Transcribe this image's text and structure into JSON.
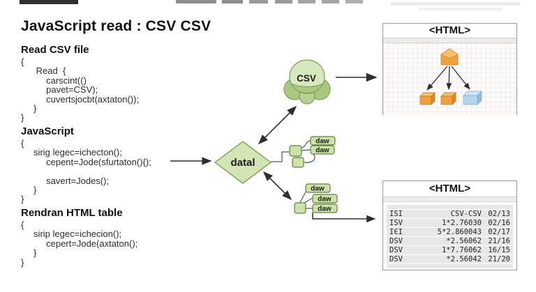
{
  "title": "JavaScript read : CSV CSV",
  "code_blocks": [
    {
      "heading": "Read CSV file",
      "lines": [
        "{",
        "      Read  {",
        "          carscint(()",
        "          pavet=CSV);",
        "          cuvertsjocbt(axtaton());",
        "     }",
        "}"
      ]
    },
    {
      "heading": "JavaScript",
      "lines": [
        "{",
        "     sirig legec=ichecton();",
        "          cepent=Jode(sfurtaton(){);",
        "",
        "          savert=Jodes();",
        "     }",
        "}"
      ]
    },
    {
      "heading": "Rendran HTML table",
      "lines": [
        "{",
        "     sirip legec=ichecion();",
        "          cepert=Jode(axtaton();",
        "     }",
        "}"
      ]
    }
  ],
  "diagram": {
    "diamond_label": "datal",
    "csv_label": "CSV",
    "daw_label": "daw"
  },
  "tree_window": {
    "title": "<HTML>"
  },
  "table_window": {
    "title": "<HTML>",
    "rows": [
      [
        "ISI",
        "CSV-CSV",
        "02/13"
      ],
      [
        "ISV",
        "1*2.76030",
        "02/16"
      ],
      [
        "IЄI",
        "5*2.860043",
        "02/17"
      ],
      [
        "DSV",
        "*2.56062",
        "21/16"
      ],
      [
        "DSV",
        "1*7.76062",
        "16/15"
      ],
      [
        "DSV",
        "*2.56042",
        "21/20"
      ]
    ]
  },
  "colors": {
    "node_green": "#cde2a8",
    "node_border": "#60813f",
    "cloud_light": "#d6e8bd",
    "cloud_dark": "#a9c983",
    "diamond_fill": "#d3e5b5",
    "orange": "#f0a13c",
    "blue": "#b5d5eb",
    "arrow": "#2e2e2e"
  }
}
